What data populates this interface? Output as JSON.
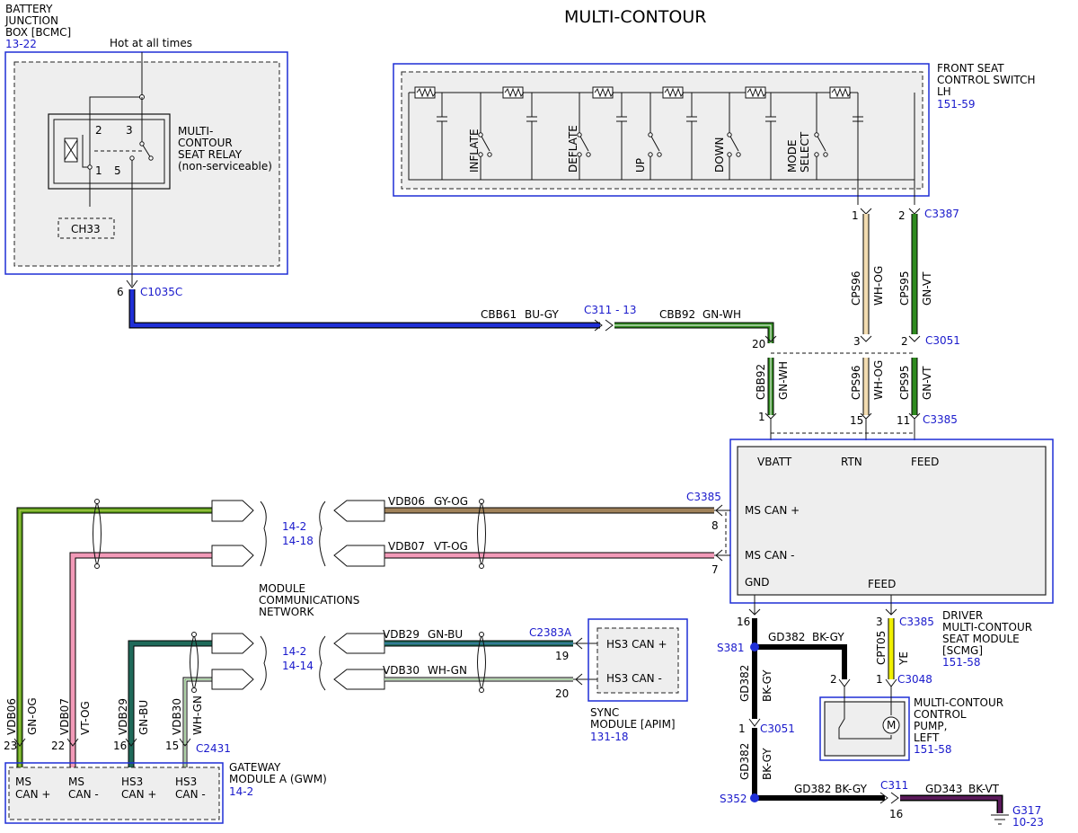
{
  "title": "MULTI-CONTOUR",
  "bjb": {
    "name_lines": [
      "BATTERY",
      "JUNCTION",
      "BOX [BCMC]"
    ],
    "ref": "13-22",
    "hot_label": "Hot at all times",
    "relay_lines": [
      "MULTI-",
      "CONTOUR",
      "SEAT RELAY",
      "(non-serviceable)"
    ],
    "relay_pins": [
      "2",
      "3",
      "1",
      "5"
    ],
    "ch": "CH33",
    "pin": "6",
    "connector": "C1035C"
  },
  "switch": {
    "name_lines": [
      "FRONT SEAT",
      "CONTROL SWITCH",
      "LH"
    ],
    "ref": "151-59",
    "labels": [
      "INFLATE",
      "DEFLATE",
      "UP",
      "DOWN",
      "MODE",
      "SELECT"
    ],
    "pin1": "1",
    "pin2": "2",
    "connector": "C3387"
  },
  "wires": {
    "cbb61": "CBB61",
    "cbb61_color": "BU-GY",
    "c311_13": "C311 - 13",
    "cbb92": "CBB92",
    "cbb92_color": "GN-WH",
    "cps96": "CPS96",
    "cps96_color": "WH-OG",
    "cps95": "CPS95",
    "cps95_color": "GN-VT",
    "c3051": "C3051",
    "c3385": "C3385",
    "pins_c3051": [
      "20",
      "3",
      "2"
    ],
    "pins_c3385": [
      "1",
      "15",
      "11"
    ]
  },
  "scmg": {
    "vbatt": "VBATT",
    "rtn": "RTN",
    "feed_top": "FEED",
    "ms_can_plus": "MS CAN +",
    "ms_can_minus": "MS CAN -",
    "gnd": "GND",
    "feed_bottom": "FEED",
    "connector": "C3385",
    "pin8": "8",
    "pin7": "7",
    "name_lines": [
      "DRIVER",
      "MULTI-CONTOUR",
      "SEAT MODULE",
      "[SCMG]"
    ],
    "ref": "151-58"
  },
  "network": {
    "vdb06": "VDB06",
    "vdb06_color": "GY-OG",
    "vdb07": "VDB07",
    "vdb07_color": "VT-OG",
    "vdb29": "VDB29",
    "vdb29_color": "GN-BU",
    "vdb30": "VDB30",
    "vdb30_color": "WH-GN",
    "ref_a1": "14-2",
    "ref_a2": "14-18",
    "ref_b1": "14-2",
    "ref_b2": "14-14",
    "mcn_lines": [
      "MODULE",
      "COMMUNICATIONS",
      "NETWORK"
    ]
  },
  "sync": {
    "connector": "C2383A",
    "hs3_plus": "HS3 CAN +",
    "hs3_minus": "HS3 CAN -",
    "pin19": "19",
    "pin20": "20",
    "name_lines": [
      "SYNC",
      "MODULE [APIM]"
    ],
    "ref": "131-18"
  },
  "gwm": {
    "vertical": [
      {
        "circuit": "VDB06",
        "color": "GN-OG",
        "pin": "23"
      },
      {
        "circuit": "VDB07",
        "color": "VT-OG",
        "pin": "22"
      },
      {
        "circuit": "VDB29",
        "color": "GN-BU",
        "pin": "16"
      },
      {
        "circuit": "VDB30",
        "color": "WH-GN",
        "pin": "15"
      }
    ],
    "connector": "C2431",
    "ports": [
      {
        "l1": "MS",
        "l2": "CAN +"
      },
      {
        "l1": "MS",
        "l2": "CAN -"
      },
      {
        "l1": "HS3",
        "l2": "CAN +"
      },
      {
        "l1": "HS3",
        "l2": "CAN -"
      }
    ],
    "name_lines": [
      "GATEWAY",
      "MODULE A (GWM)"
    ],
    "ref": "14-2"
  },
  "ground": {
    "pin16": "16",
    "s381": "S381",
    "gd382": "GD382",
    "gd382_color": "BK-GY",
    "gd382_full": "GD382 BK-GY",
    "cpt05": "CPT05",
    "cpt05_color": "YE",
    "pin3": "3",
    "c3385": "C3385",
    "pin2": "2",
    "pin1": "1",
    "c3048": "C3048",
    "pin1b": "1",
    "c3051": "C3051",
    "s352": "S352",
    "c311": "C311",
    "gd343": "GD343",
    "gd343_color": "BK-VT",
    "pin16b": "16",
    "g317": "G317",
    "g317_ref": "10-23"
  },
  "pump": {
    "name_lines": [
      "MULTI-CONTOUR",
      "CONTROL",
      "PUMP,",
      "LEFT"
    ],
    "ref": "151-58",
    "motor": "M"
  },
  "colors": {
    "blue_wire": "#1f2fd6",
    "green_wire": "#2f8a1f",
    "box_blue": "#1f2fd6",
    "ref_blue": "#1a1acc"
  }
}
